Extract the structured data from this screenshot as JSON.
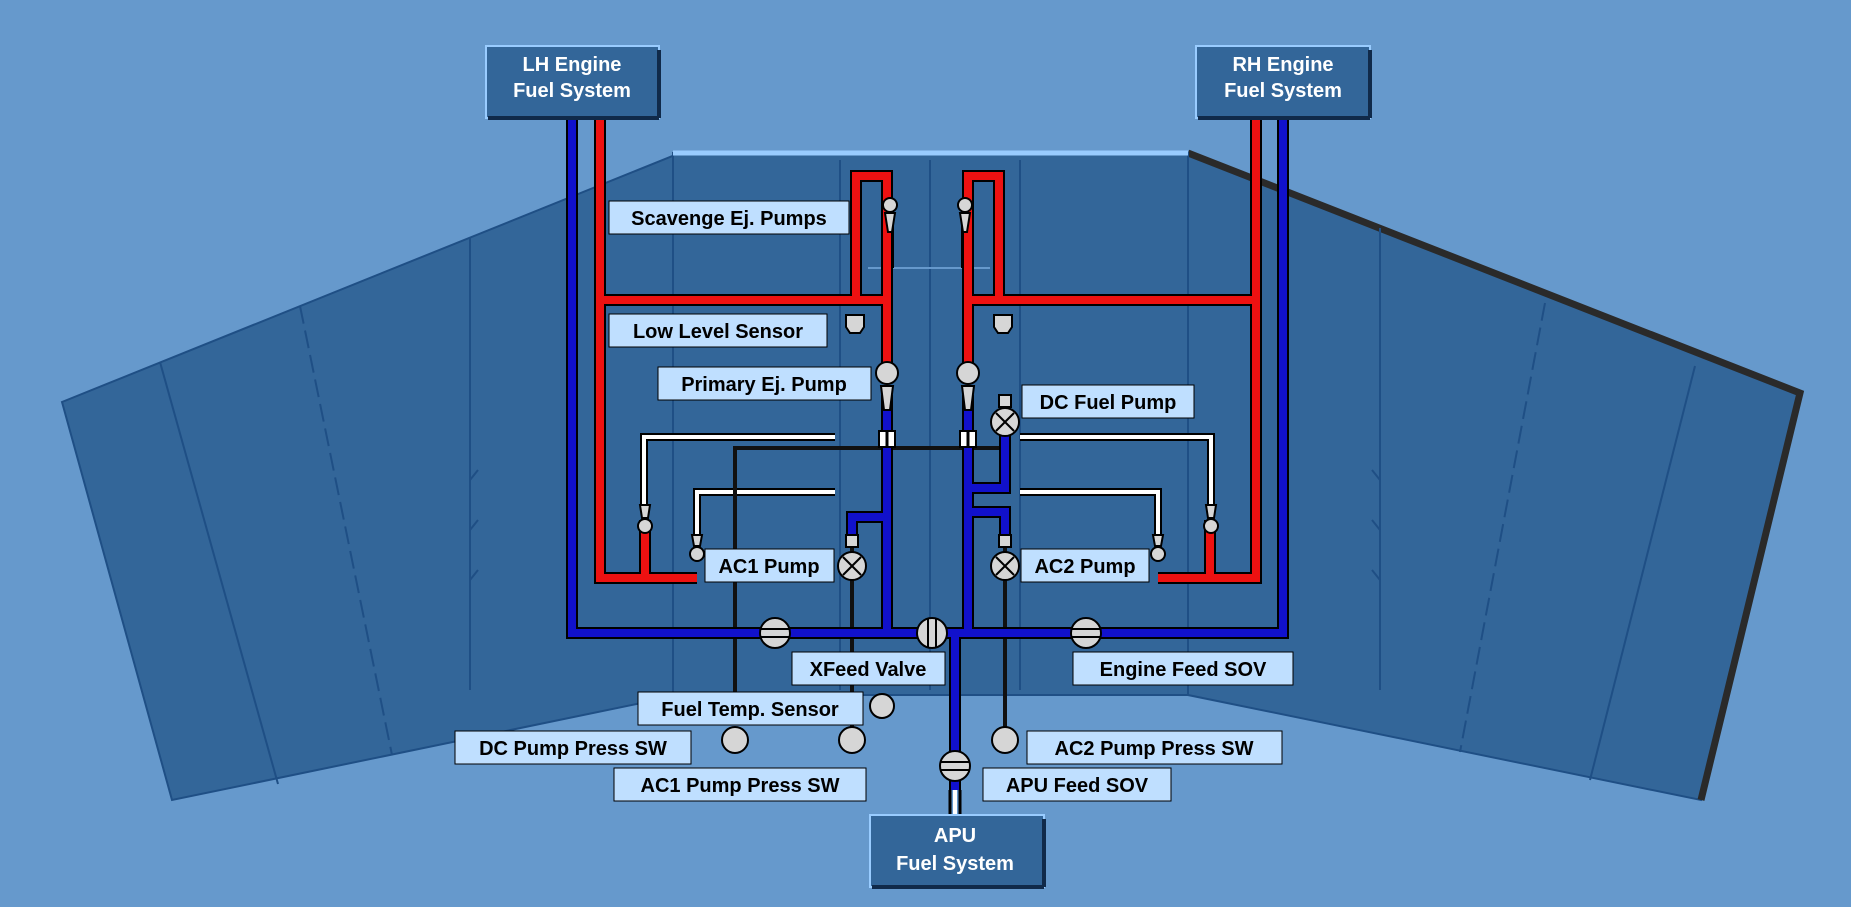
{
  "systems": {
    "lh": [
      "LH Engine",
      "Fuel System"
    ],
    "rh": [
      "RH Engine",
      "Fuel System"
    ],
    "apu": [
      "APU",
      "Fuel System"
    ]
  },
  "labels": {
    "scavenge": "Scavenge Ej. Pumps",
    "low_level": "Low Level Sensor",
    "primary_ej": "Primary Ej. Pump",
    "dc_fuel_pump": "DC Fuel Pump",
    "ac1_pump": "AC1 Pump",
    "ac2_pump": "AC2 Pump",
    "xfeed": "XFeed Valve",
    "engine_feed_sov": "Engine Feed SOV",
    "fuel_temp": "Fuel Temp. Sensor",
    "dc_press_sw": "DC Pump Press SW",
    "ac2_press_sw": "AC2 Pump Press SW",
    "ac1_press_sw": "AC1 Pump Press SW",
    "apu_feed_sov": "APU Feed SOV"
  },
  "colors": {
    "background": "#6699cc",
    "tank": "#336699",
    "tank_line": "#1f4f85",
    "motive_flow": "#ee1111",
    "feed_flow": "#1111cc",
    "label_bg": "#bfdfff",
    "system_box": "#336699"
  }
}
